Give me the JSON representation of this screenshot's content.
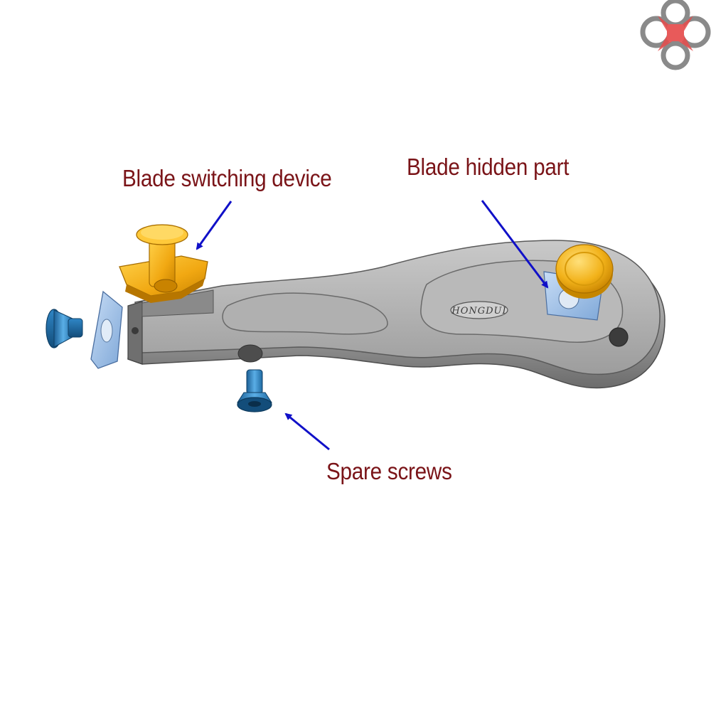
{
  "labels": {
    "blade_switching_device": "Blade switching device",
    "blade_hidden_part": "Blade hidden part",
    "spare_screws": "Spare screws"
  },
  "tool": {
    "brand": "HONGDUI"
  },
  "colors": {
    "label_text": "#7a1418",
    "arrow": "#1010c8",
    "handle": "#9c9c9c",
    "gold_parts": "#f2b21a",
    "blue_screws": "#2f86c6",
    "logo_red": "#e64a4a"
  },
  "icons": [
    "drone-logo-icon",
    "arrow-icon"
  ]
}
